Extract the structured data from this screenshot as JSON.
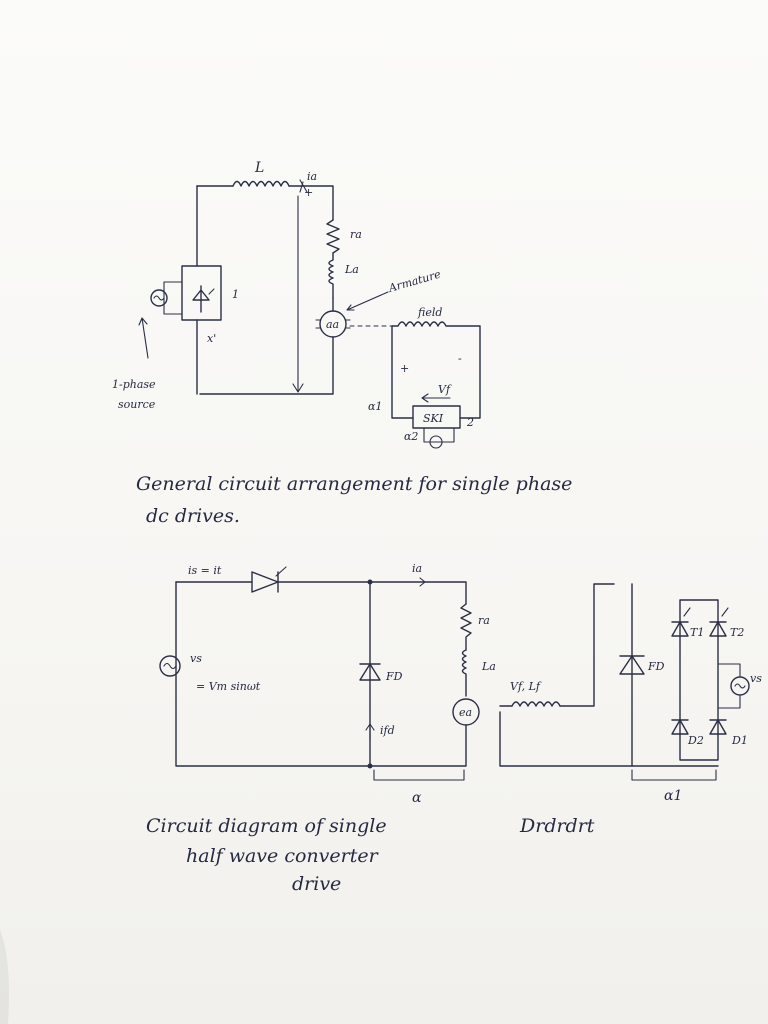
{
  "diagram1": {
    "inductor_label": "L",
    "current_label": "ia",
    "resistor_label": "ra",
    "armature_inductance_label": "La",
    "armature_label": "Armature",
    "field_label": "field",
    "motor_label": "aa",
    "source_label_line1": "1-phase",
    "source_label_line2": "source",
    "converter_label_1": "1",
    "converter_label_2": "x'",
    "field_supply_label": "Vf",
    "field_converter_label": "SKI",
    "field_alpha_label": "α1",
    "field_alpha2_label": "α2",
    "field_converter_out_label": "2",
    "plus_sign": "+",
    "minus_sign": "-",
    "caption_line1": "General circuit arrangement for single phase",
    "caption_line2": "dc drives."
  },
  "diagram2": {
    "source_current_label": "is = it",
    "armature_current_label": "ia",
    "resistor_label": "ra",
    "inductance_label": "La",
    "source_label": "vs",
    "source_equation": "= Vm sinωt",
    "freewheel_label": "FD",
    "freewheel_current_label": "ifd",
    "motor_label": "ea",
    "alpha_label": "α",
    "caption_line1": "Circuit diagram of single",
    "caption_line2": "half wave converter",
    "caption_line3": "drive"
  },
  "diagram3": {
    "inductor_label": "Vf, Lf",
    "freewheel_label": "FD",
    "thyristor1_label": "T1",
    "thyristor2_label": "T2",
    "diode1_label": "D1",
    "diode2_label": "D2",
    "source_label": "vs",
    "alpha_label": "α1",
    "caption": "Drdrdrt"
  }
}
